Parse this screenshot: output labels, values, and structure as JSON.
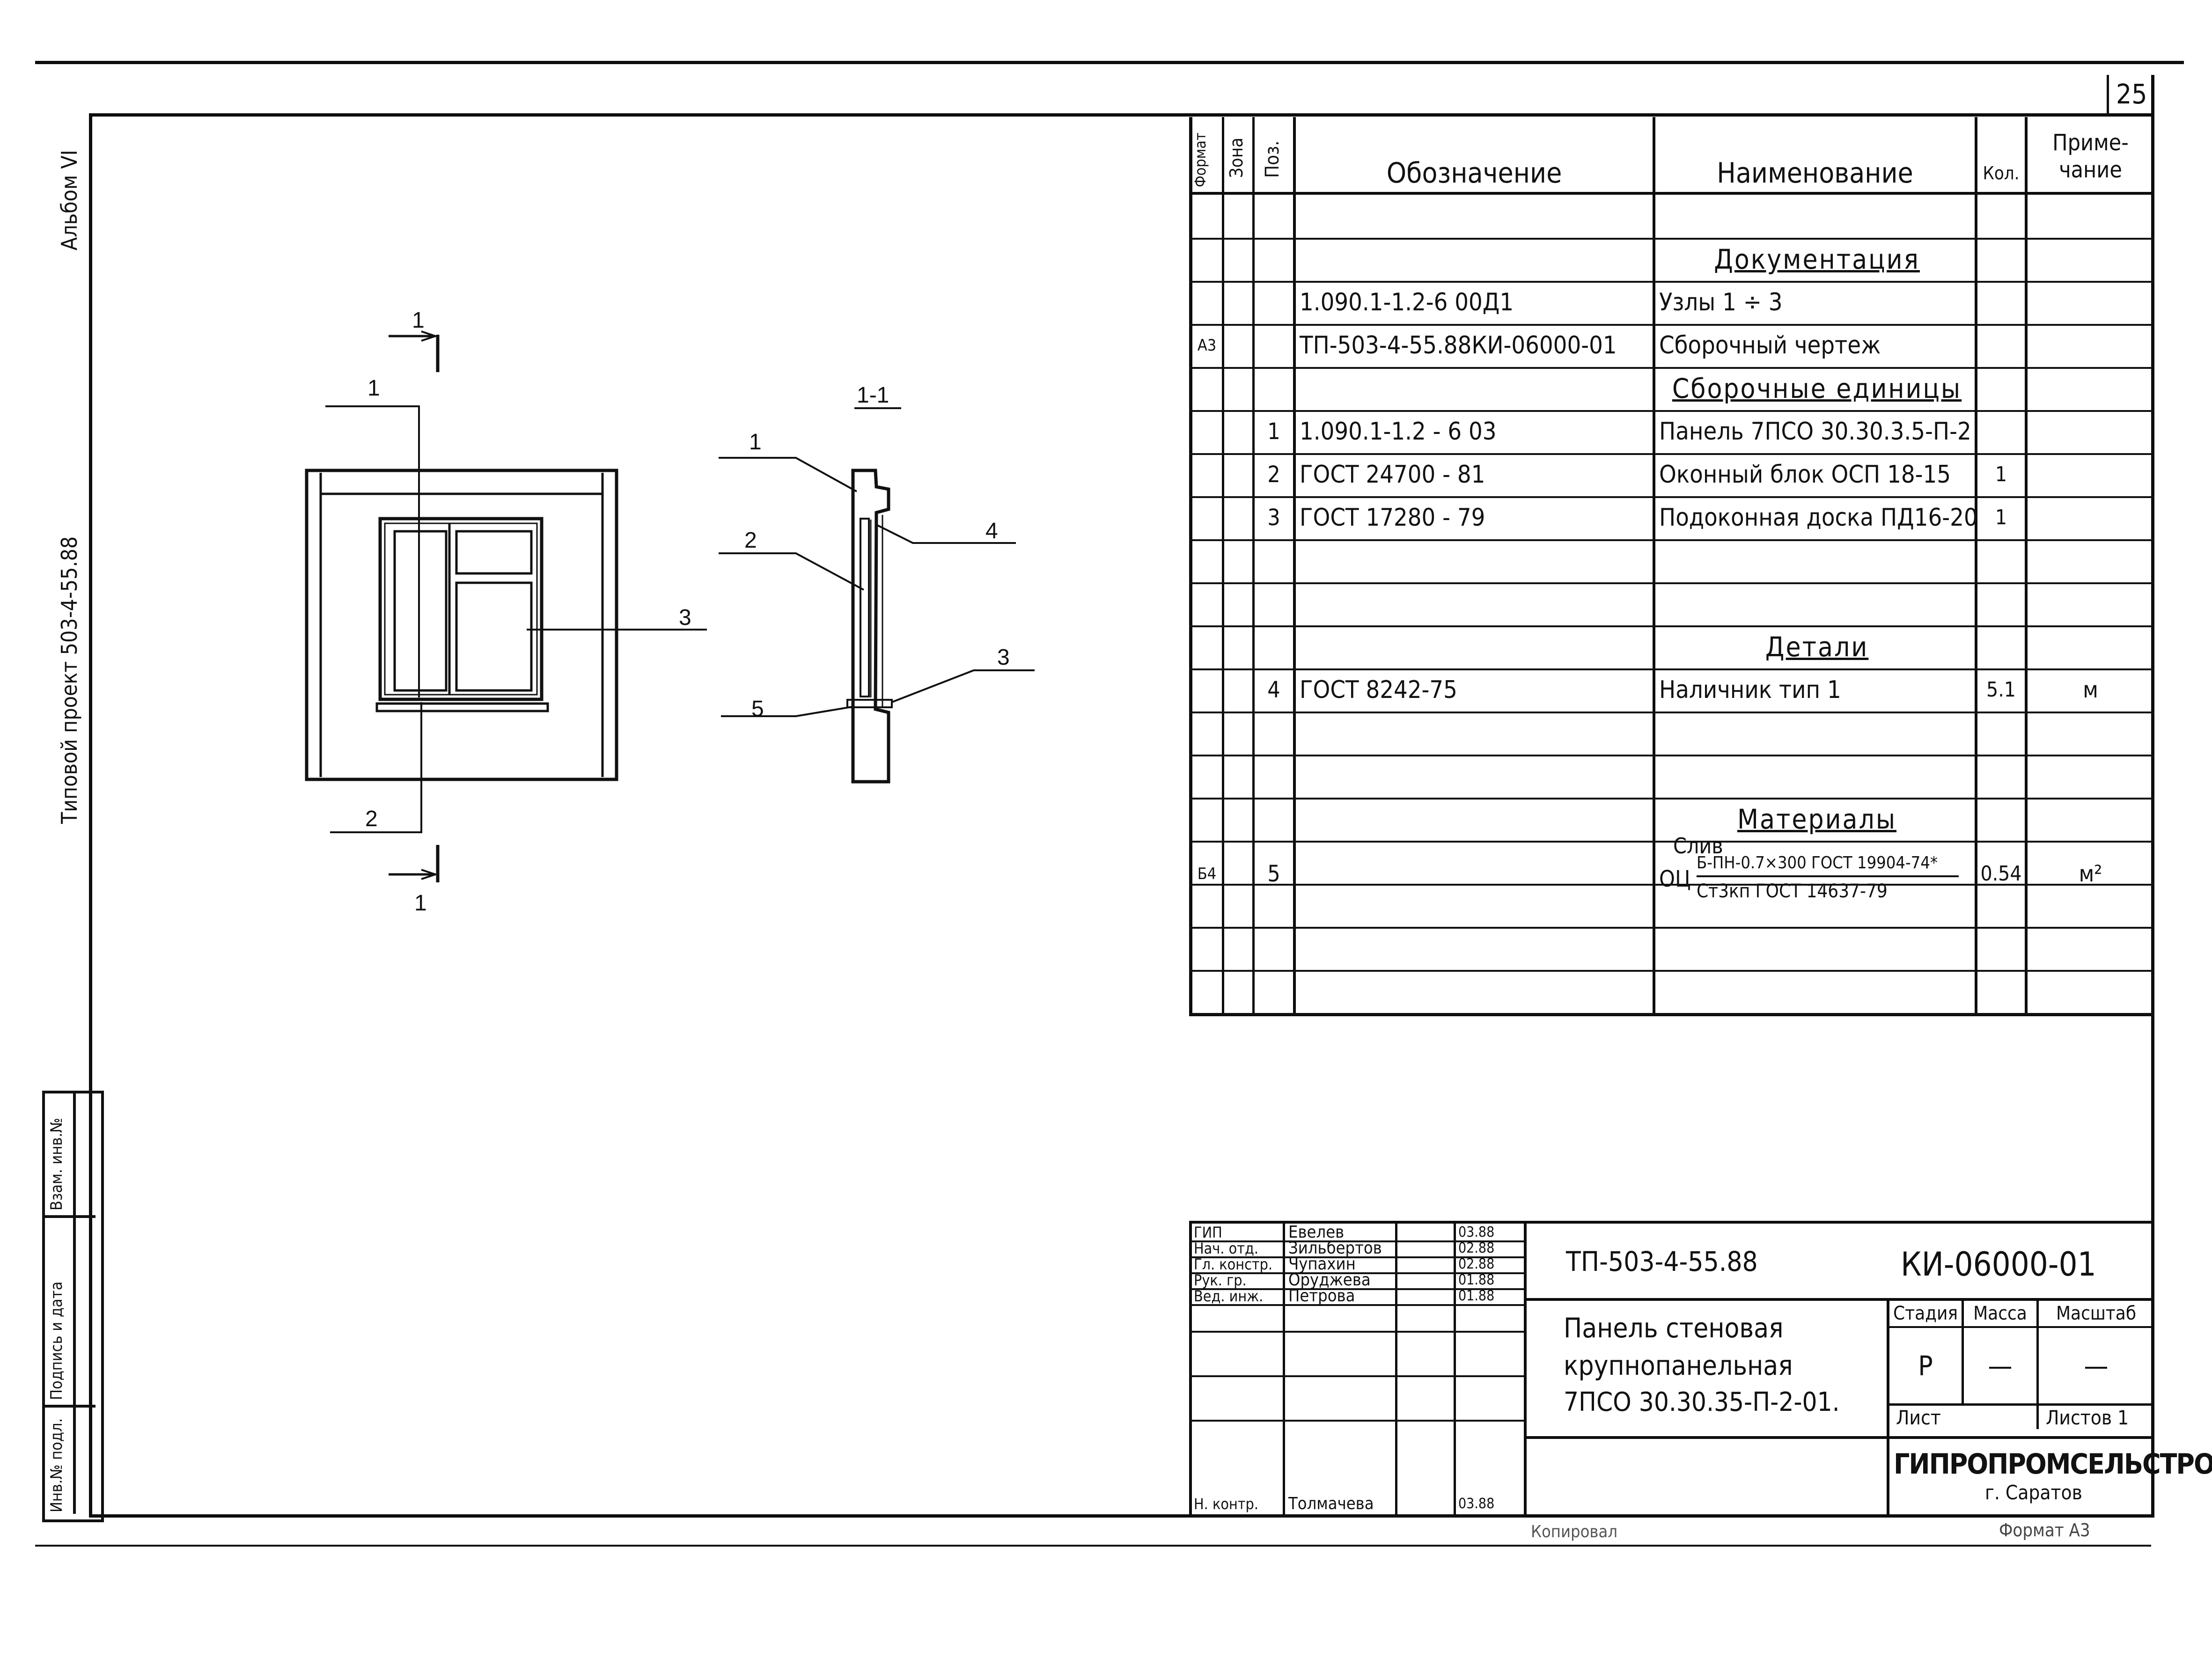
{
  "sheet": {
    "page_number": "25",
    "album": "Альбом VI",
    "project": "Типовой проект 503-4-55.88"
  },
  "side_stamp": {
    "inv_podl": "Инв.№ подл.",
    "podpis": "Подпись и дата",
    "vzam": "Взам. инв.№"
  },
  "drawing": {
    "section_title": "1-1",
    "cut_top": "1",
    "cut_bottom": "1",
    "elevation_labels": [
      "1",
      "2",
      "3"
    ],
    "section_labels": [
      "1",
      "2",
      "3",
      "4",
      "5"
    ]
  },
  "spec": {
    "headers": {
      "format": "Формат",
      "zone": "Зона",
      "pos": "Поз.",
      "designation": "Обозначение",
      "name": "Наименование",
      "qty": "Кол.",
      "note": "Приме- чание"
    },
    "rows": [
      {
        "format": "",
        "pos": "",
        "designation": "",
        "name": "",
        "qty": "",
        "note": ""
      },
      {
        "format": "",
        "pos": "",
        "designation": "",
        "name": "Документация",
        "qty": "",
        "note": "",
        "heading": true
      },
      {
        "format": "",
        "pos": "",
        "designation": "1.090.1-1.2-6 00Д1",
        "name": "Узлы 1 ÷ 3",
        "qty": "",
        "note": ""
      },
      {
        "format": "А3",
        "pos": "",
        "designation": "ТП-503-4-55.88КИ-06000-01",
        "name": "Сборочный чертеж",
        "qty": "",
        "note": ""
      },
      {
        "format": "",
        "pos": "",
        "designation": "",
        "name": "Сборочные единицы",
        "qty": "",
        "note": "",
        "heading": true
      },
      {
        "format": "",
        "pos": "1",
        "designation": "1.090.1-1.2 - 6 03",
        "name": "Панель 7ПСО 30.30.3.5-П-2",
        "qty": "",
        "note": ""
      },
      {
        "format": "",
        "pos": "2",
        "designation": "ГОСТ 24700 - 81",
        "name": "Оконный блок ОСП 18-15",
        "qty": "1",
        "note": ""
      },
      {
        "format": "",
        "pos": "3",
        "designation": "ГОСТ 17280 - 79",
        "name": "Подоконная доска ПД16-20",
        "qty": "1",
        "note": ""
      },
      {
        "format": "",
        "pos": "",
        "designation": "",
        "name": "",
        "qty": "",
        "note": ""
      },
      {
        "format": "",
        "pos": "",
        "designation": "",
        "name": "",
        "qty": "",
        "note": ""
      },
      {
        "format": "",
        "pos": "",
        "designation": "",
        "name": "Детали",
        "qty": "",
        "note": "",
        "heading": true
      },
      {
        "format": "",
        "pos": "4",
        "designation": "ГОСТ 8242-75",
        "name": "Наличник тип 1",
        "qty": "5.1",
        "note": "м"
      },
      {
        "format": "",
        "pos": "",
        "designation": "",
        "name": "",
        "qty": "",
        "note": ""
      },
      {
        "format": "",
        "pos": "",
        "designation": "",
        "name": "",
        "qty": "",
        "note": ""
      },
      {
        "format": "",
        "pos": "",
        "designation": "",
        "name": "Материалы",
        "qty": "",
        "note": "",
        "heading": true
      },
      {
        "format": "Б4",
        "pos": "5",
        "designation": "",
        "name": "",
        "qty": "0.54",
        "note": "м²",
        "material": true
      },
      {
        "format": "",
        "pos": "",
        "designation": "",
        "name": "",
        "qty": "",
        "note": ""
      },
      {
        "format": "",
        "pos": "",
        "designation": "",
        "name": "",
        "qty": "",
        "note": ""
      },
      {
        "format": "",
        "pos": "",
        "designation": "",
        "name": "",
        "qty": "",
        "note": ""
      }
    ],
    "material": {
      "title": "Слив",
      "prefix": "ОЦ",
      "numerator": "Б-ПН-0.7×300 ГОСТ 19904-74*",
      "denominator": "Ст3кп ГОСТ 14637-79"
    }
  },
  "title_block": {
    "people": [
      {
        "role": "ГИП",
        "name": "Евелев",
        "date": "03.88"
      },
      {
        "role": "Нач. отд.",
        "name": "Зильбертов",
        "date": "02.88"
      },
      {
        "role": "Гл. констр.",
        "name": "Чупахин",
        "date": "02.88"
      },
      {
        "role": "Рук. гр.",
        "name": "Оруджева",
        "date": "01.88"
      },
      {
        "role": "Вед. инж.",
        "name": "Петрова",
        "date": "01.88"
      },
      {
        "role": "",
        "name": "",
        "date": ""
      },
      {
        "role": "",
        "name": "",
        "date": ""
      },
      {
        "role": "",
        "name": "",
        "date": ""
      },
      {
        "role": "Н. контр.",
        "name": "Толмачева",
        "date": "03.88"
      }
    ],
    "project_code": "ТП-503-4-55.88",
    "doc_code": "КИ-06000-01",
    "title_lines": [
      "Панель стеновая",
      "крупнопанельная",
      "7ПСО 30.30.35-П-2-01."
    ],
    "stage_label": "Стадия",
    "mass_label": "Масса",
    "scale_label": "Масштаб",
    "stage": "Р",
    "mass": "—",
    "scale": "—",
    "sheet_label": "Лист",
    "sheets_label": "Листов 1",
    "org": "ГИПРОПРОМСЕЛЬСТРОЙ",
    "city": "г. Саратов"
  },
  "footer": {
    "copied": "Копировал",
    "format": "Формат А3"
  }
}
